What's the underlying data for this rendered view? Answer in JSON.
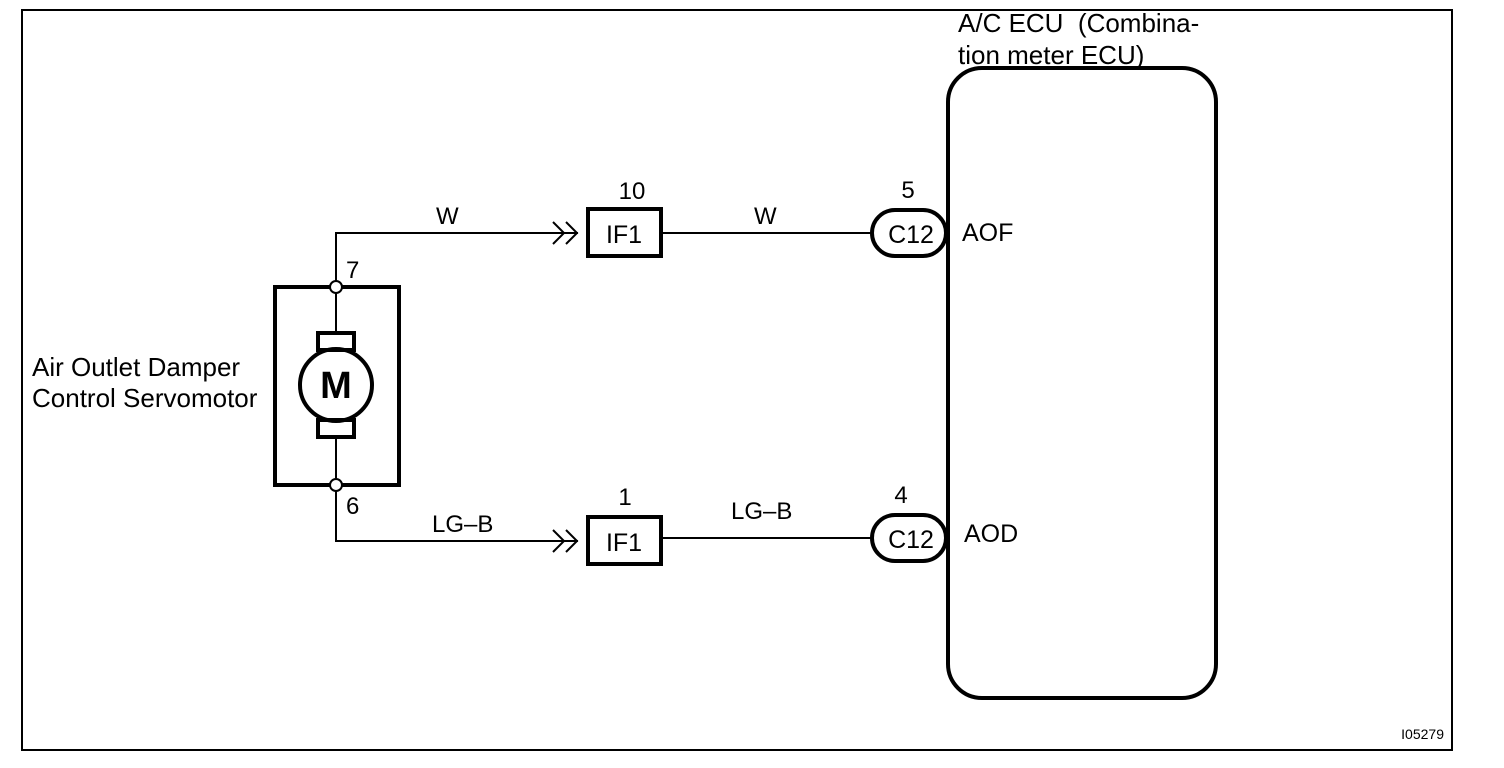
{
  "servomotor": {
    "name_line1": "Air Outlet Damper",
    "name_line2": "Control Servomotor",
    "motor_symbol": "M",
    "pin_top": "7",
    "pin_bottom": "6"
  },
  "ecu": {
    "title_line1": "A/C ECU  (Combina-",
    "title_line2": "tion meter ECU)",
    "terminal_top": "AOF",
    "terminal_bottom": "AOD"
  },
  "circuits": [
    {
      "wire_left": "W",
      "junction_pin": "10",
      "junction_id": "IF1",
      "wire_right": "W",
      "ecu_pin": "5",
      "ecu_connector": "C12"
    },
    {
      "wire_left": "LG–B",
      "junction_pin": "1",
      "junction_id": "IF1",
      "wire_right": "LG–B",
      "ecu_pin": "4",
      "ecu_connector": "C12"
    }
  ],
  "figure_code": "I05279"
}
